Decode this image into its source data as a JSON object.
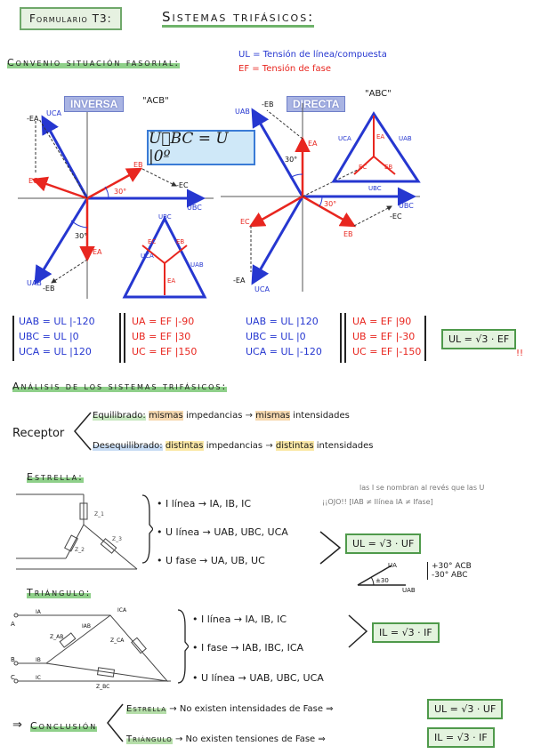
{
  "header": {
    "box_label": "Formulario T3:",
    "title": "Sistemas trifásicos:"
  },
  "fasorial": {
    "section_title": "Convenio situación fasorial:",
    "legend_ul": "UL = Tensión de línea/compuesta",
    "legend_ef": "EF = Tensión de fase",
    "inversa_title": "INVERSA",
    "inversa_seq": "\"ACB\"",
    "directa_title": "DIRECTA",
    "directa_seq": "\"ABC\"",
    "formula": "U⃗BC = U |0º",
    "labels": {
      "uca": "UCA",
      "uab": "UAB",
      "ubc": "UBC",
      "ea": "EA",
      "eb": "EB",
      "ec": "EC",
      "mea": "-EA",
      "meb": "-EB",
      "mec": "-EC",
      "a30": "30°"
    }
  },
  "equations": {
    "inv_lines": [
      "UAB = UL |-120",
      "UBC = UL |0",
      "UCA = UL |120"
    ],
    "inv_phase": [
      "UA = EF |-90",
      "UB = EF |30",
      "UC = EF |150"
    ],
    "dir_lines": [
      "UAB = UL |120",
      "UBC = UL |0",
      "UCA = UL |-120"
    ],
    "dir_phase": [
      "UA = EF |90",
      "UB = EF |-30",
      "UC = EF |-150"
    ],
    "result": "UL = √3 · EF",
    "exclaim": "!!"
  },
  "analisis": {
    "section_title": "Análisis de los sistemas trifásicos:",
    "receptor": "Receptor",
    "equilibrado": "Equilibrado:",
    "eq_text_1": "mismas",
    "eq_text_2": "impedancias",
    "eq_text_3": "mismas",
    "eq_text_4": "intensidades",
    "desequilibrado": "Desequilibrado:",
    "des_text_1": "distintas",
    "des_text_2": "impedancias",
    "des_text_3": "distintas",
    "des_text_4": "intensidades"
  },
  "estrella": {
    "title": "Estrella:",
    "note": "las I se nombran al revés que las U",
    "note2": "¡¡OJO!! [IAB ≠ Ilínea  IA ≠ Ifase]",
    "b1": "• I línea → IA, IB, IC",
    "b2": "• U línea → UAB, UBC, UCA",
    "b3": "• U fase → UA, UB, UC",
    "result": "UL = √3 · UF",
    "angle_note_1": "+30°  ACB",
    "angle_note_2": "-30°  ABC",
    "ua": "UA",
    "uab": "UAB",
    "pm30": "±30",
    "diagram_labels": [
      "Z_1",
      "Z_2",
      "Z_3"
    ]
  },
  "triangulo": {
    "title": "Triángulo:",
    "b1": "• I línea → IA, IB, IC",
    "b2": "• I fase → IAB, IBC, ICA",
    "b3": "• U línea → UAB, UBC, UCA",
    "result": "IL = √3 · IF",
    "nodes": [
      "A",
      "B",
      "C"
    ],
    "currents": [
      "IA",
      "IB",
      "IC",
      "IAB",
      "ICA"
    ],
    "z_labels": [
      "Z_AB",
      "Z_CA",
      "Z_BC"
    ]
  },
  "conclusion": {
    "label": "Conclusión",
    "estrella": "Estrella",
    "estrella_text": "No existen intensidades de Fase",
    "estrella_result": "UL = √3 · UF",
    "triangulo": "Triángulo",
    "triangulo_text": "No existen tensiones de Fase",
    "triangulo_result": "IL = √3 · IF"
  }
}
